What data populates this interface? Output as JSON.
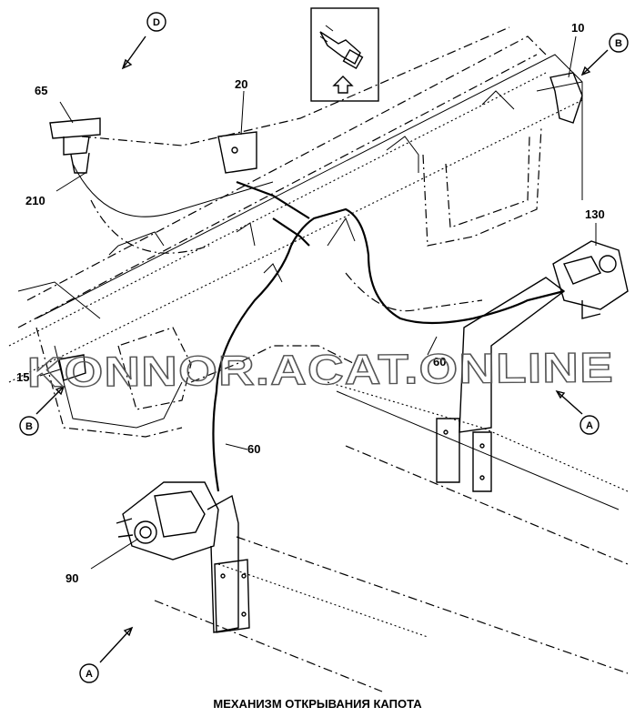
{
  "title": "МЕХАНИЗМ ОТКРЫВАНИЯ КАПОТА",
  "watermark": "KONNOR.ACAT.ONLINE",
  "callouts": {
    "c10": "10",
    "c20": "20",
    "c65": "65",
    "c210": "210",
    "c130": "130",
    "c15": "15",
    "c60a": "60",
    "c60b": "60",
    "c90": "90"
  },
  "view_markers": {
    "d_top": "D",
    "b_top_right": "B",
    "b_left": "B",
    "a_right": "A",
    "a_bottom": "A"
  },
  "inset_icons": [
    "cable-connector-icon",
    "up-arrow-icon"
  ]
}
